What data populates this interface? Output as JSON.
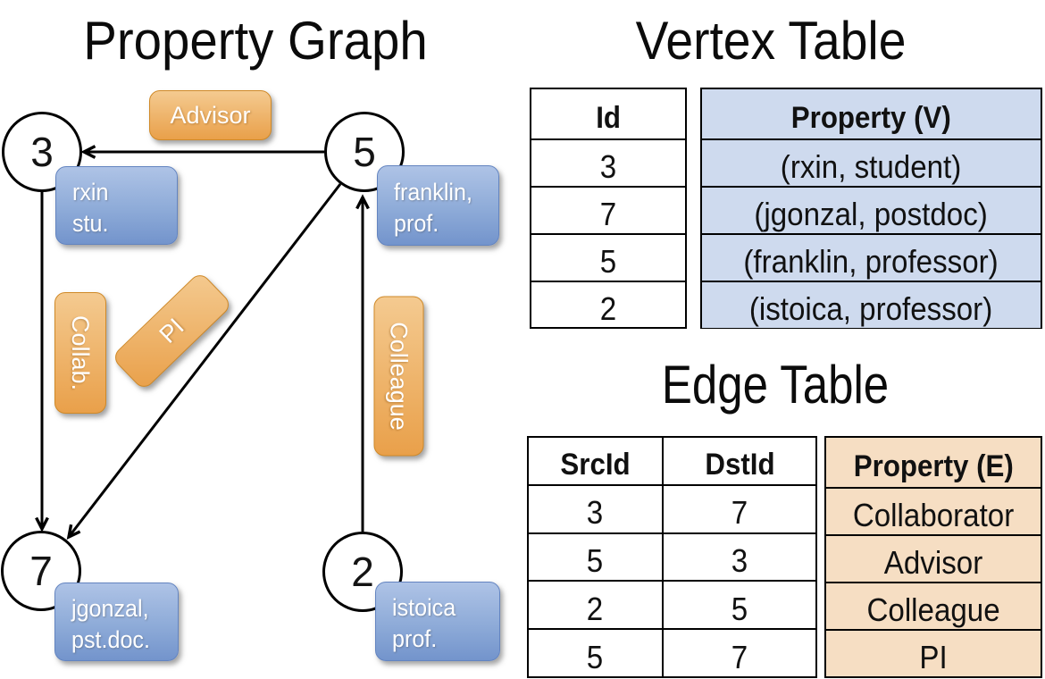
{
  "graph": {
    "title": "Property Graph",
    "nodes": [
      {
        "id": "3",
        "property_line1": "rxin",
        "property_line2": "stu."
      },
      {
        "id": "5",
        "property_line1": "franklin,",
        "property_line2": "prof."
      },
      {
        "id": "7",
        "property_line1": "jgonzal,",
        "property_line2": "pst.doc."
      },
      {
        "id": "2",
        "property_line1": "istoica",
        "property_line2": "prof."
      }
    ],
    "edges": [
      {
        "src": "5",
        "dst": "3",
        "label": "Advisor"
      },
      {
        "src": "3",
        "dst": "7",
        "label": "Collab."
      },
      {
        "src": "5",
        "dst": "7",
        "label": "PI"
      },
      {
        "src": "2",
        "dst": "5",
        "label": "Colleague"
      }
    ]
  },
  "vertex_table": {
    "title": "Vertex Table",
    "id_header": "Id",
    "property_header": "Property (V)",
    "rows": [
      {
        "id": "3",
        "property": "(rxin, student)"
      },
      {
        "id": "7",
        "property": "(jgonzal, postdoc)"
      },
      {
        "id": "5",
        "property": "(franklin, professor)"
      },
      {
        "id": "2",
        "property": "(istoica, professor)"
      }
    ]
  },
  "edge_table": {
    "title": "Edge Table",
    "src_header": "SrcId",
    "dst_header": "DstId",
    "property_header": "Property (E)",
    "rows": [
      {
        "src": "3",
        "dst": "7",
        "property": "Collaborator"
      },
      {
        "src": "5",
        "dst": "3",
        "property": "Advisor"
      },
      {
        "src": "2",
        "dst": "5",
        "property": "Colleague"
      },
      {
        "src": "5",
        "dst": "7",
        "property": "PI"
      }
    ]
  },
  "colors": {
    "edge_label_gradient_light": "#f4ca90",
    "edge_label_gradient_dark": "#e9a04a",
    "vertex_box_gradient_light": "#aec3e6",
    "vertex_box_gradient_dark": "#7394cc",
    "vertex_table_property_bg": "#cedaee",
    "edge_table_property_bg": "#f6dec3",
    "line_color": "#000000",
    "text_on_boxes": "#ffffff"
  }
}
